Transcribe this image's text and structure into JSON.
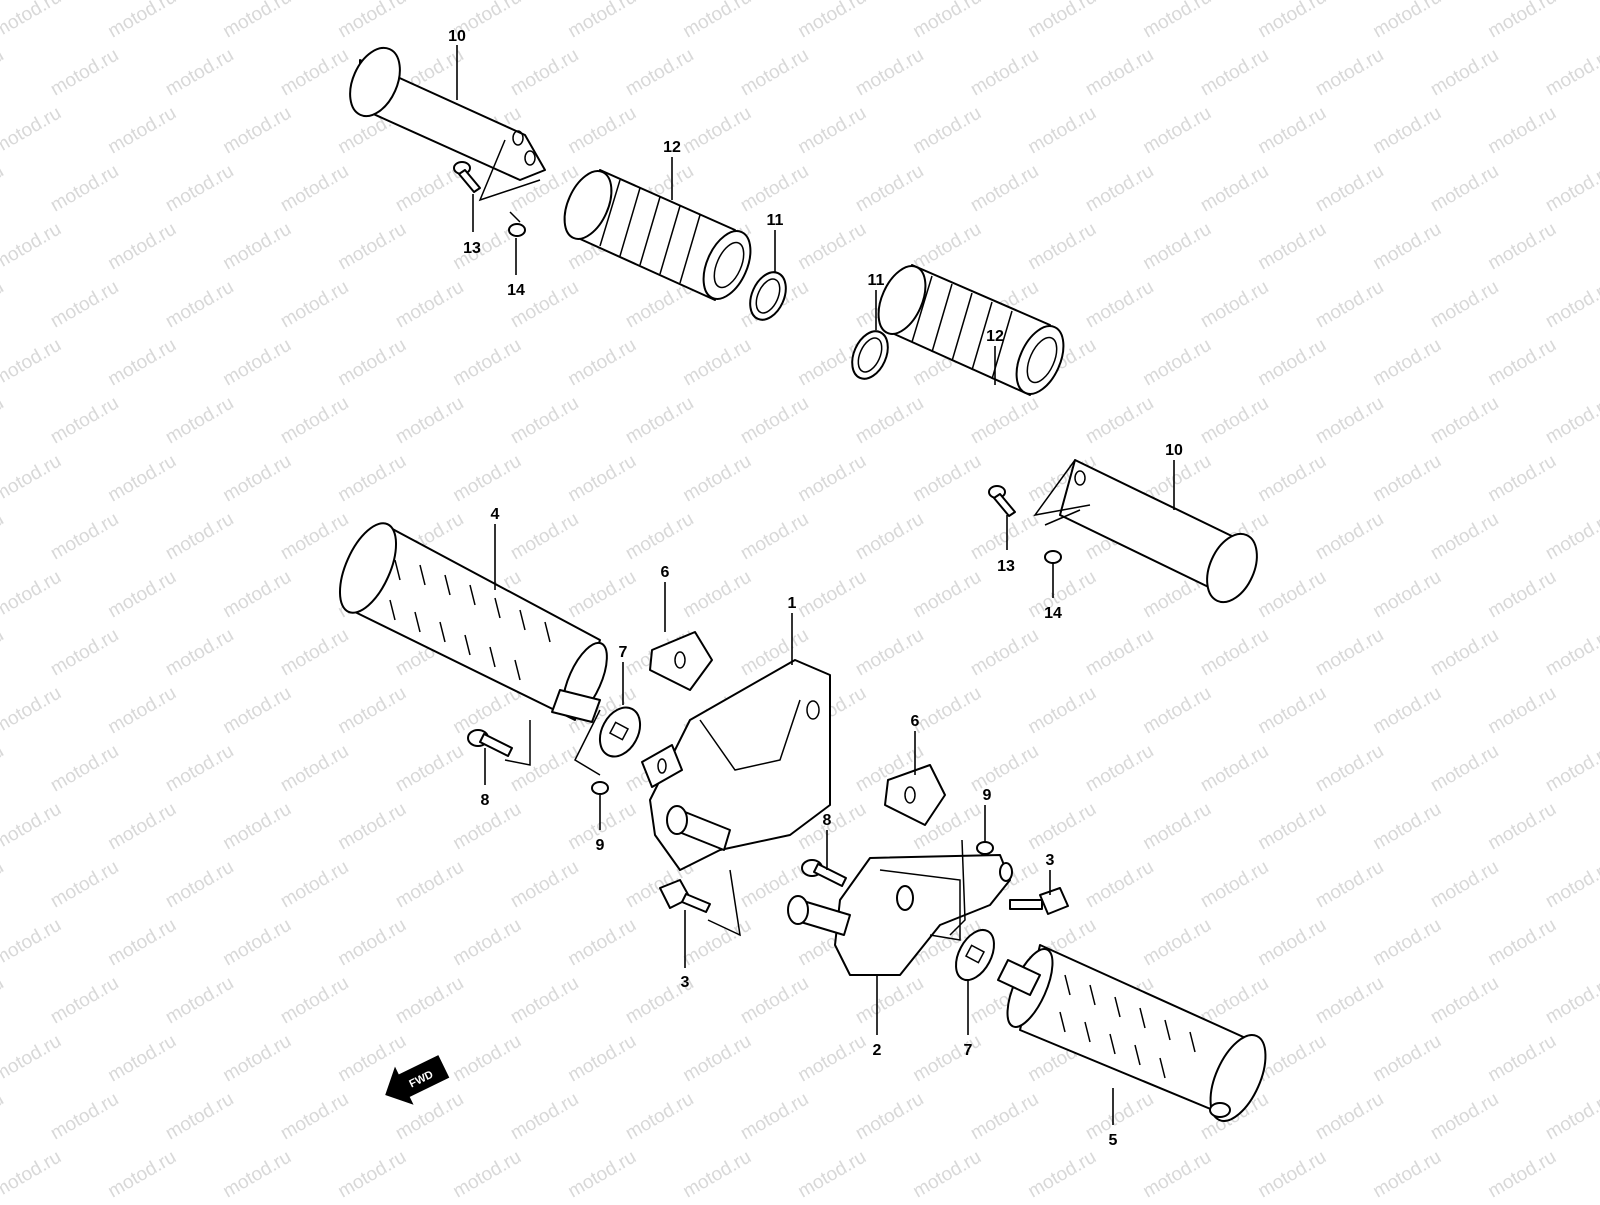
{
  "watermark": "motod.ru",
  "callouts": {
    "c10a": "10",
    "c12a": "12",
    "c11a": "11",
    "c13a": "13",
    "c14a": "14",
    "c11b": "11",
    "c12b": "12",
    "c10b": "10",
    "c13b": "13",
    "c14b": "14",
    "c4": "4",
    "c6a": "6",
    "c1": "1",
    "c7a": "7",
    "c8a": "8",
    "c9a": "9",
    "c3a": "3",
    "c6b": "6",
    "c9b": "9",
    "c8b": "8",
    "c3b": "3",
    "c2": "2",
    "c7b": "7",
    "c5": "5"
  },
  "fwd_arrow": {
    "label": "FWD",
    "icon": "fwd-arrow-icon"
  }
}
